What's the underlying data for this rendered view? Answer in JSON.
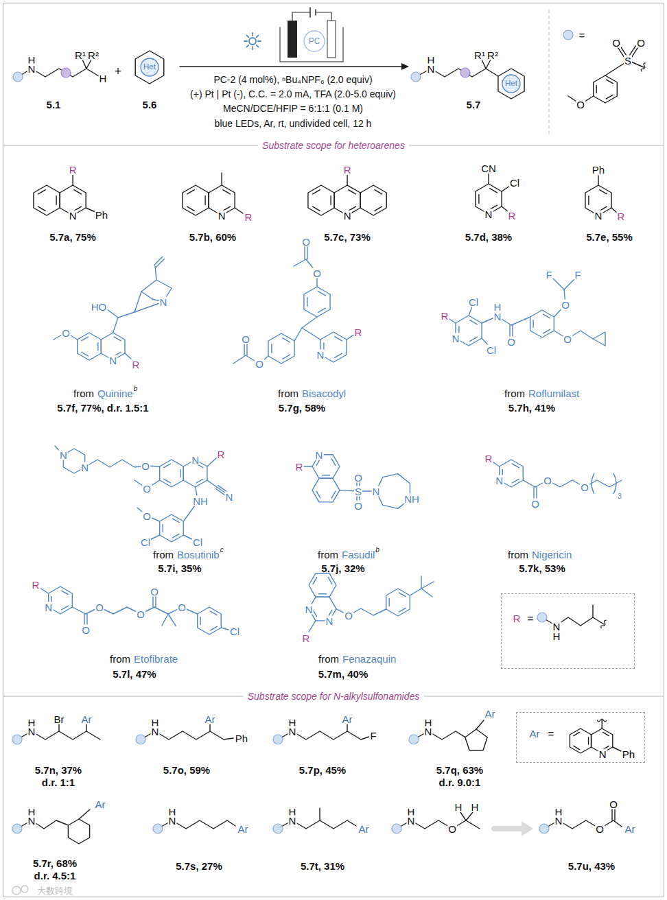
{
  "diagram": {
    "nodes": [
      {
        "text": [
          "PC"
        ]
      },
      {
        "text": [
          "Het"
        ]
      },
      {
        "text": [
          "Het"
        ]
      },
      {
        "text": [
          "R",
          "=",
          "N",
          "H"
        ]
      },
      {
        "text": [
          "Ar",
          "=",
          "N",
          "Ph"
        ]
      }
    ],
    "labels": [
      "H",
      "N",
      "R¹",
      "R²",
      "H",
      "5.1",
      "+",
      "5.6",
      "PC-2 (4 mol%), ⁿBu₄NPF₆ (2.0 equiv)",
      "(+) Pt | Pt (-), C.C. = 2.0 mA, TFA (2.0-5.0 equiv)",
      "MeCN/DCE/HFIP = 6:1:1 (0.1 M)",
      "blue LEDs, Ar, rt, undivided cell, 12 h",
      "H",
      "N",
      "R¹",
      "R²",
      "5.7",
      "=",
      "O",
      "S",
      "O",
      "O",
      "Substrate scope for heteroarenes",
      "N",
      "Ph",
      "R",
      "5.7a, 75%",
      "N",
      "R",
      "5.7b, 60%",
      "R",
      "N",
      "5.7c, 73%",
      "CN",
      "Cl",
      "N",
      "R",
      "5.7d, 38%",
      "Ph",
      "N",
      "R",
      "5.7e, 55%",
      "HO",
      "N",
      "O",
      "N",
      "R",
      "from",
      "Quinine",
      "b",
      "5.7f, 77%, d.r. 1.5:1",
      "O",
      "O",
      "O",
      "O",
      "N",
      "R",
      "from",
      "Bisacodyl",
      "5.7g, 58%",
      "F",
      "F",
      "O",
      "R",
      "Cl",
      "H",
      "N",
      "O",
      "O",
      "N",
      "Cl",
      "from",
      "Roflumilast",
      "5.7h, 41%",
      "N",
      "N",
      "O",
      "N",
      "R",
      "O",
      "N",
      "NH",
      "O",
      "Cl",
      "Cl",
      "from",
      "Bosutinib",
      "c",
      "5.7i, 35%",
      "N",
      "R",
      "O",
      "S",
      "O",
      "N",
      "NH",
      "from",
      "Fasudil",
      "b",
      "5.7j, 32%",
      "R",
      "N",
      "O",
      "O",
      "O",
      "3",
      "from",
      "Nigericin",
      "5.7k, 53%",
      "R",
      "N",
      "O",
      "O",
      "O",
      "O",
      "O",
      "Cl",
      "from",
      "Etofibrate",
      "5.7l, 47%",
      "N",
      "N",
      "R",
      "O",
      "from",
      "Fenazaquin",
      "5.7m, 40%",
      "Substrate scope for N-alkylsulfonamides",
      "H",
      "N",
      "Br",
      "Ar",
      "5.7n, 37%",
      "d.r. 1:1",
      "H",
      "N",
      "Ar",
      "Ph",
      "5.7o, 59%",
      "H",
      "N",
      "Ar",
      "F",
      "5.7p, 45%",
      "H",
      "N",
      "Ar",
      "5.7q, 63%",
      "d.r. 9.0:1",
      "H",
      "N",
      "Ar",
      "5.7r, 68%",
      "d.r. 4.5:1",
      "H",
      "N",
      "Ar",
      "5.7s, 27%",
      "H",
      "N",
      "Ar",
      "5.7t, 31%",
      "H",
      "N",
      "O",
      "H",
      "H",
      "H",
      "N",
      "O",
      "O",
      "Ar",
      "5.7u, 43%",
      "大数跨境"
    ]
  }
}
